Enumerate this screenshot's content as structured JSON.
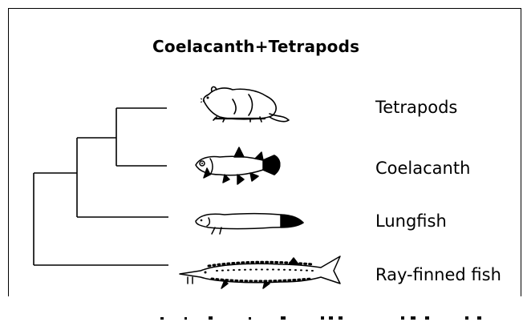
{
  "diagram": {
    "title": "Coelacanth+Tetrapods",
    "taxa": [
      {
        "label": "Tetrapods",
        "icon": "mouse-icon"
      },
      {
        "label": "Coelacanth",
        "icon": "coelacanth-icon"
      },
      {
        "label": "Lungfish",
        "icon": "lungfish-icon"
      },
      {
        "label": "Ray-finned fish",
        "icon": "sturgeon-icon"
      }
    ]
  }
}
